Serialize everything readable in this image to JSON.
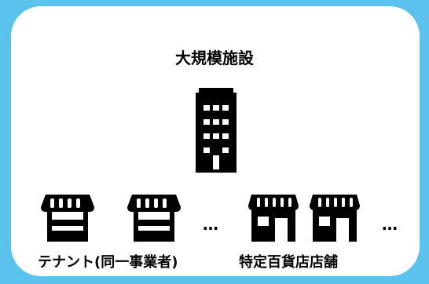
{
  "background_color": "#59c3ee",
  "card_color": "#ffffff",
  "title": "大規模施設",
  "building_icon": "office-building-icon",
  "left_group": {
    "label": "テナント(同一事業者)",
    "icon": "store-awning-icon",
    "ellipsis": "…"
  },
  "right_group": {
    "label": "特定百貨店店舗",
    "icon": "shop-icon",
    "ellipsis": "…"
  }
}
